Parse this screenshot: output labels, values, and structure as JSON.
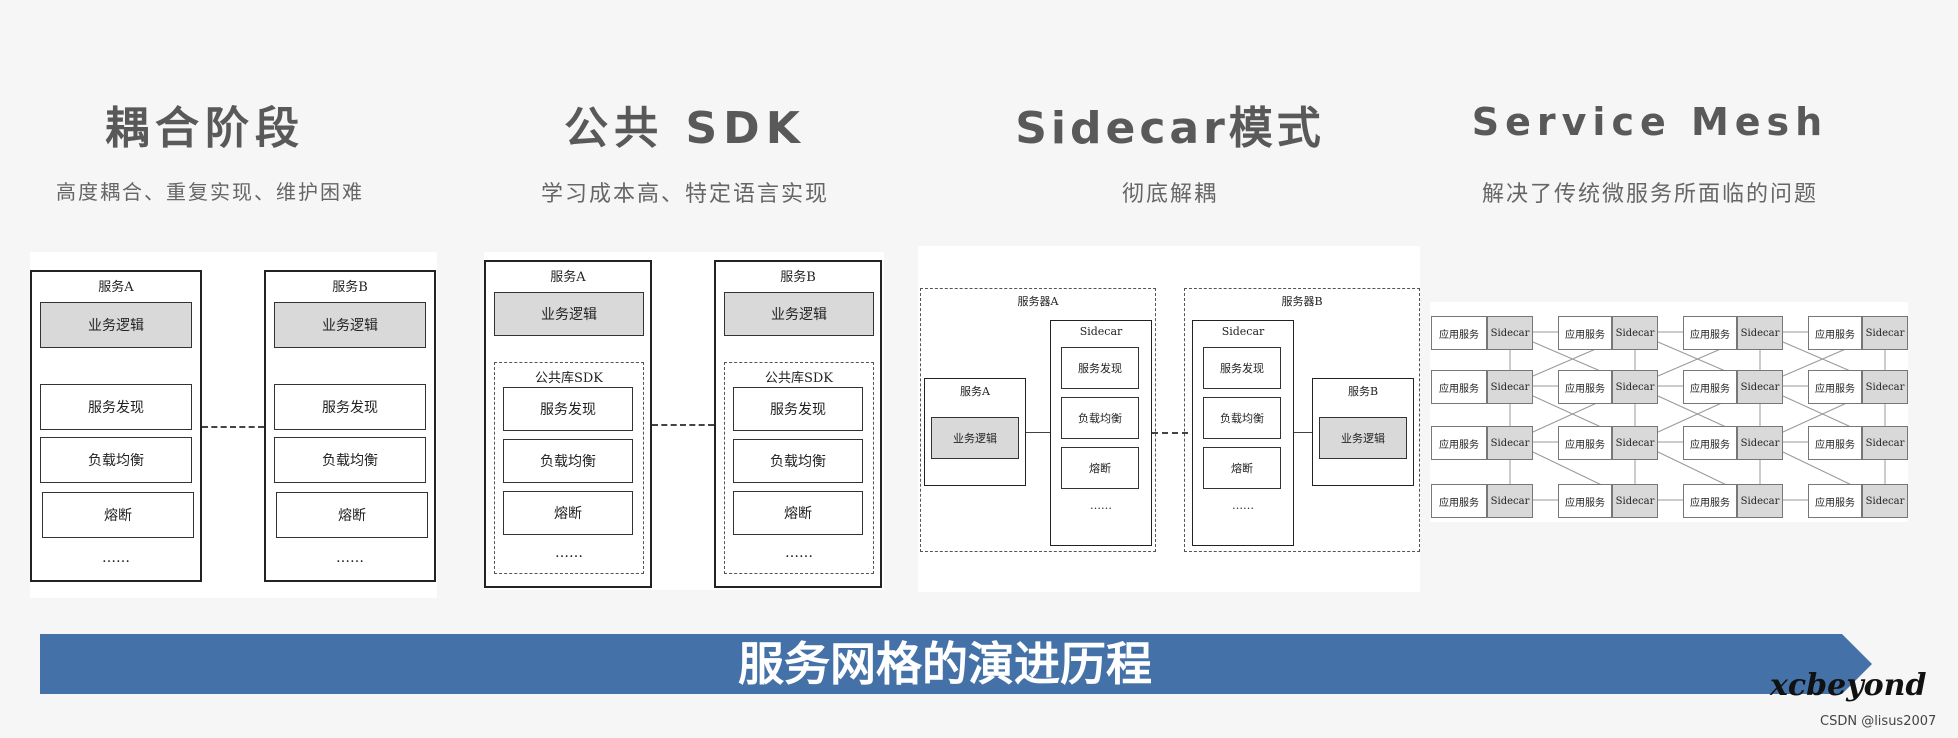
{
  "stages": [
    {
      "title": "耦合阶段",
      "subtitle": "高度耦合、重复实现、维护困难"
    },
    {
      "title": "公共 SDK",
      "subtitle": "学习成本高、特定语言实现"
    },
    {
      "title": "Sidecar模式",
      "subtitle": "彻底解耦"
    },
    {
      "title": "Service Mesh",
      "subtitle": "解决了传统微服务所面临的问题"
    }
  ],
  "diagram1": {
    "service_a": "服务A",
    "service_b": "服务B",
    "business_logic": "业务逻辑",
    "discovery": "服务发现",
    "load_balance": "负载均衡",
    "circuit_break": "熔断",
    "ellipsis": "……"
  },
  "diagram2": {
    "service_a": "服务A",
    "service_b": "服务B",
    "business_logic": "业务逻辑",
    "sdk": "公共库SDK",
    "discovery": "服务发现",
    "load_balance": "负载均衡",
    "circuit_break": "熔断",
    "ellipsis": "……"
  },
  "diagram3": {
    "server_a": "服务器A",
    "server_b": "服务器B",
    "service_a": "服务A",
    "service_b": "服务B",
    "business_logic": "业务逻辑",
    "sidecar": "Sidecar",
    "discovery": "服务发现",
    "load_balance": "负载均衡",
    "circuit_break": "熔断",
    "ellipsis": "……"
  },
  "diagram4": {
    "app": "应用服务",
    "sidecar": "Sidecar"
  },
  "banner": {
    "text": "服务网格的演进历程",
    "color": "#4472a8"
  },
  "signature": "xcbeyond",
  "credit": "CSDN @lisus2007"
}
